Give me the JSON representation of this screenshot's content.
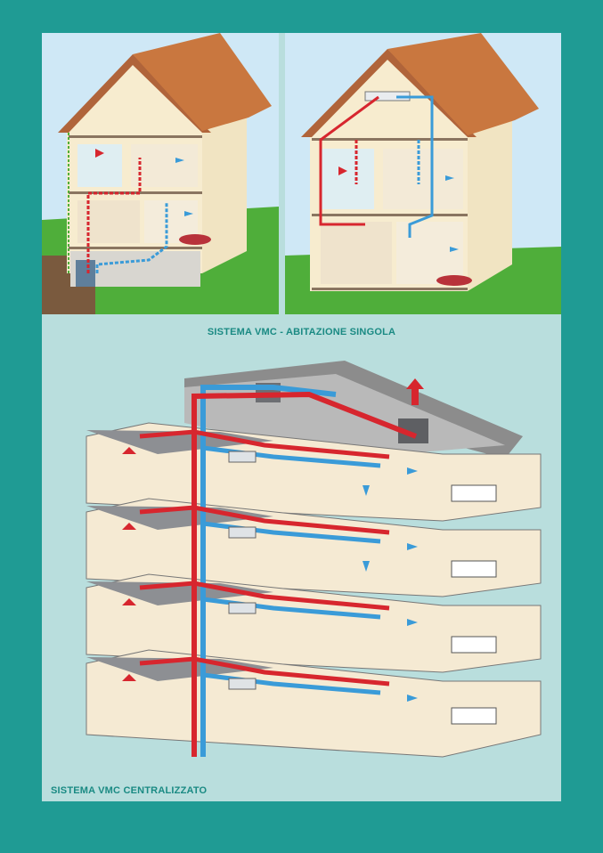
{
  "captions": {
    "single": "SISTEMA VMC - ABITAZIONE SINGOLA",
    "centralized": "SISTEMA VMC CENTRALIZZATO"
  },
  "colors": {
    "background": "#1f9b94",
    "panel": "#b9dedd",
    "caption": "#1a8a83",
    "supply_duct": "#d7262e",
    "extract_duct": "#3a9bd8",
    "sky": "#cfe8f6",
    "grass": "#4fae3a",
    "roof": "#b0643a",
    "wall": "#f7eccf"
  },
  "icons": [
    "house-illustration",
    "building-illustration",
    "airflow-arrow-icon",
    "fan-unit-icon"
  ]
}
